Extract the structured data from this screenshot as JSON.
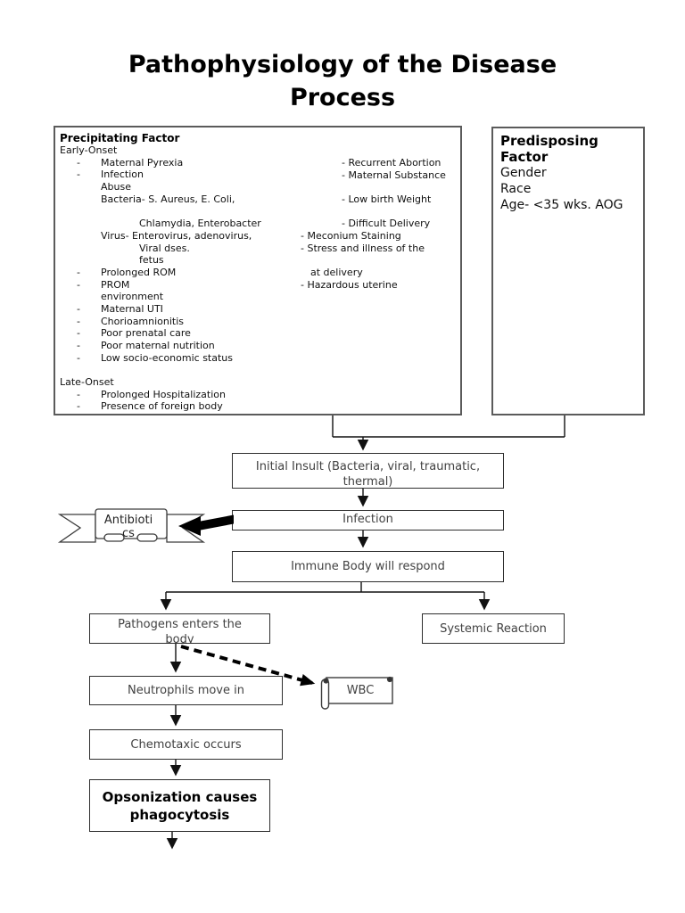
{
  "page": {
    "title": "Pathophysiology of the Disease Process"
  },
  "colors": {
    "ink": "#111111",
    "big_box_border": "#5b5b5b",
    "flow_box_border": "#2e2e2e",
    "flow_text": "#414141"
  },
  "precipitating": {
    "title": "Precipitating Factor",
    "left_lines": [
      {
        "s": "p",
        "t": "Early-Onset"
      },
      {
        "s": "b",
        "m": "-",
        "t": "Maternal Pyrexia"
      },
      {
        "s": "b",
        "m": "-",
        "t": "Infection"
      },
      {
        "s": "t1",
        "t": "Abuse"
      },
      {
        "s": "t1",
        "t": "Bacteria- S. Aureus, E. Coli,"
      },
      {
        "s": "p",
        "t": ""
      },
      {
        "s": "t2",
        "t": "Chlamydia, Enterobacter"
      },
      {
        "s": "t1",
        "t": "Virus- Enterovirus, adenovirus,"
      },
      {
        "s": "t2",
        "t": "Viral dses."
      },
      {
        "s": "t2",
        "t": "fetus"
      },
      {
        "s": "b",
        "m": "-",
        "t": "Prolonged ROM"
      },
      {
        "s": "b",
        "m": "-",
        "t": "PROM"
      },
      {
        "s": "t1",
        "t": "environment"
      },
      {
        "s": "b",
        "m": "-",
        "t": "Maternal UTI"
      },
      {
        "s": "b",
        "m": "-",
        "t": "Chorioamnionitis"
      },
      {
        "s": "b",
        "m": "-",
        "t": "Poor prenatal care"
      },
      {
        "s": "b",
        "m": "-",
        "t": "Poor maternal nutrition"
      },
      {
        "s": "b",
        "m": "-",
        "t": "Low socio-economic status"
      },
      {
        "s": "p",
        "t": ""
      },
      {
        "s": "p",
        "t": "Late-Onset"
      },
      {
        "s": "b",
        "m": "-",
        "t": "Prolonged Hospitalization"
      },
      {
        "s": "b",
        "m": "-",
        "t": "Presence of foreign body"
      }
    ],
    "right_lines": [
      {
        "s": "r2",
        "t": "- Recurrent Abortion"
      },
      {
        "s": "r2",
        "t": "- Maternal Substance"
      },
      {
        "s": "r0",
        "t": ""
      },
      {
        "s": "r2",
        "t": "- Low birth Weight"
      },
      {
        "s": "r0",
        "t": ""
      },
      {
        "s": "r2",
        "t": "- Difficult Delivery"
      },
      {
        "s": "r0",
        "t": "- Meconium Staining"
      },
      {
        "s": "r0",
        "t": "- Stress and illness of the"
      },
      {
        "s": "r0",
        "t": ""
      },
      {
        "s": "r1",
        "t": "at delivery"
      },
      {
        "s": "r0",
        "t": "- Hazardous uterine"
      }
    ]
  },
  "predisposing": {
    "title": "Predisposing Factor",
    "items": [
      {
        "s": "pd",
        "t": "Gender"
      },
      {
        "s": "pd",
        "t": "Race"
      },
      {
        "s": "pd",
        "t": "Age- <35 wks. AOG"
      }
    ]
  },
  "ribbon": {
    "label": "Antibiotics"
  },
  "flow": {
    "initial_insult": "Initial Insult (Bacteria, viral, traumatic, thermal)",
    "infection": "Infection",
    "immune": "Immune Body will respond",
    "pathogens": "Pathogens enters the body",
    "systemic": "Systemic Reaction",
    "neutrophils": "Neutrophils move in",
    "wbc": "WBC",
    "chemotaxic": "Chemotaxic occurs",
    "opsonization": "Opsonization causes phagocytosis"
  }
}
